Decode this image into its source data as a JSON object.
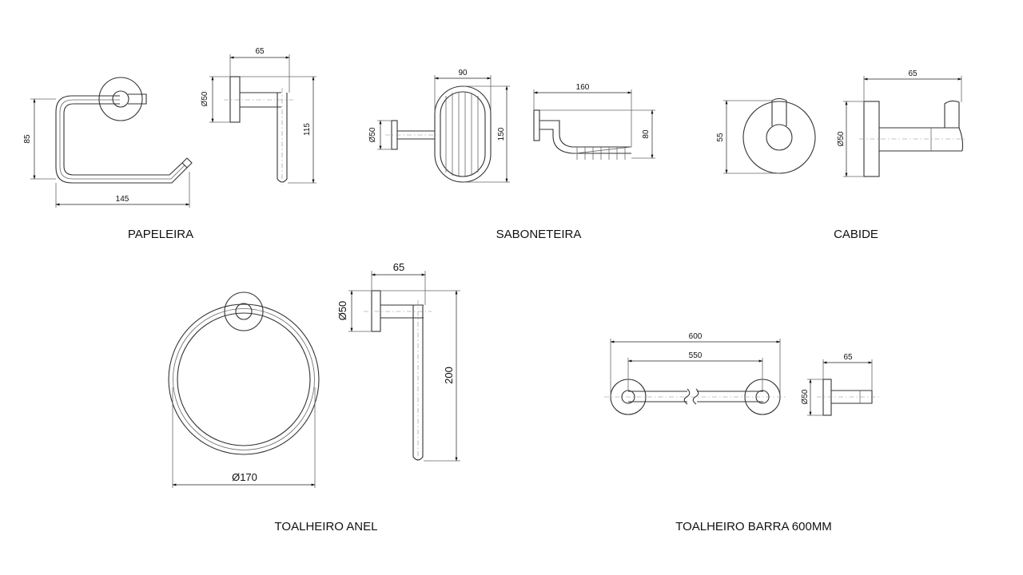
{
  "captions": {
    "papeleira": "PAPELEIRA",
    "saboneteira": "SABONETEIRA",
    "cabide": "CABIDE",
    "toalheiro_anel": "TOALHEIRO ANEL",
    "toalheiro_barra": "TOALHEIRO BARRA 600MM"
  },
  "dimensions": {
    "papeleira": {
      "height": "85",
      "width": "145",
      "depth": "65",
      "diameter": "Ø50",
      "side_height": "115"
    },
    "saboneteira": {
      "width": "90",
      "height": "150",
      "diameter": "Ø50",
      "depth": "160",
      "side_height": "80"
    },
    "cabide": {
      "height": "55",
      "depth": "65",
      "diameter": "Ø50"
    },
    "toalheiro_anel": {
      "ring_diameter": "Ø170",
      "depth": "65",
      "diameter": "Ø50",
      "height": "200"
    },
    "toalheiro_barra": {
      "overall": "600",
      "centers": "550",
      "diameter": "Ø50",
      "depth": "65"
    }
  }
}
